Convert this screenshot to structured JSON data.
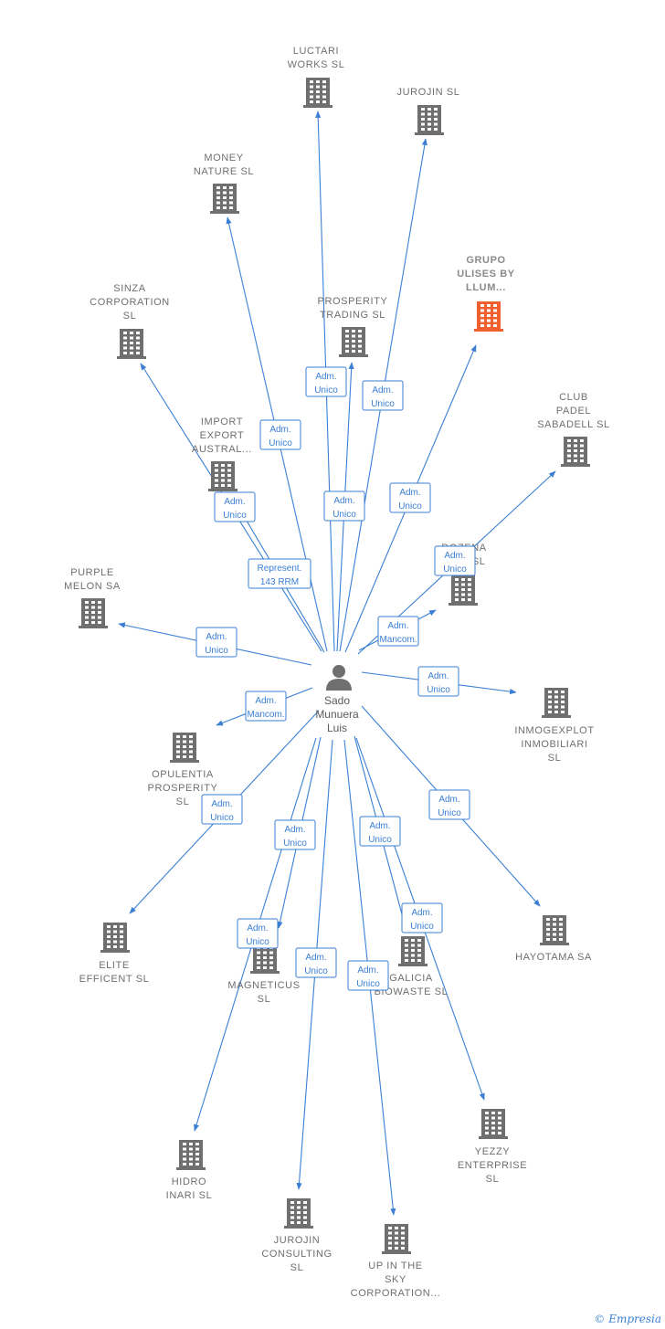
{
  "center": {
    "id": "sado",
    "label": [
      "Sado",
      "Munuera",
      "Luis"
    ]
  },
  "nodes": [
    {
      "id": "luctari",
      "label": [
        "LUCTARI",
        "WORKS  SL"
      ],
      "icon": "building-icon"
    },
    {
      "id": "jurojin",
      "label": [
        "JUROJIN  SL"
      ],
      "icon": "building-icon"
    },
    {
      "id": "money",
      "label": [
        "MONEY",
        "NATURE  SL"
      ],
      "icon": "building-icon"
    },
    {
      "id": "grupo",
      "label": [
        "GRUPO",
        "ULISES BY",
        "LLUM..."
      ],
      "icon": "building-icon",
      "highlight": true
    },
    {
      "id": "sinza",
      "label": [
        "SINZA",
        "CORPORATION",
        "SL"
      ],
      "icon": "building-icon"
    },
    {
      "id": "prosperity",
      "label": [
        "PROSPERITY",
        "TRADING  SL"
      ],
      "icon": "building-icon"
    },
    {
      "id": "club",
      "label": [
        "CLUB",
        "PADEL",
        "SABADELL  SL"
      ],
      "icon": "building-icon"
    },
    {
      "id": "import",
      "label": [
        "IMPORT",
        "EXPORT",
        "AUSTRAL..."
      ],
      "icon": "building-icon"
    },
    {
      "id": "dozena",
      "label": [
        "DOZENA",
        "EM...  SL"
      ],
      "icon": "building-icon"
    },
    {
      "id": "purple",
      "label": [
        "PURPLE",
        "MELON SA"
      ],
      "icon": "building-icon"
    },
    {
      "id": "inmogexplot",
      "label": [
        "INMOGEXPLOT",
        "INMOBILIARI",
        "SL"
      ],
      "icon": "building-icon"
    },
    {
      "id": "opulentia",
      "label": [
        "OPULENTIA",
        "PROSPERITY",
        "SL"
      ],
      "icon": "building-icon"
    },
    {
      "id": "elite",
      "label": [
        "ELITE",
        "EFFICENT  SL"
      ],
      "icon": "building-icon"
    },
    {
      "id": "hayotama",
      "label": [
        "HAYOTAMA SA"
      ],
      "icon": "building-icon"
    },
    {
      "id": "magneticus",
      "label": [
        "MAGNETICUS",
        "SL"
      ],
      "icon": "building-icon"
    },
    {
      "id": "galicia",
      "label": [
        "GALICIA",
        "BIOWASTE  SL"
      ],
      "icon": "building-icon"
    },
    {
      "id": "yezzy",
      "label": [
        "YEZZY",
        "ENTERPRISE",
        "SL"
      ],
      "icon": "building-icon"
    },
    {
      "id": "hidro",
      "label": [
        "HIDRO",
        "INARI  SL"
      ],
      "icon": "building-icon"
    },
    {
      "id": "jurojinc",
      "label": [
        "JUROJIN",
        "CONSULTING",
        "SL"
      ],
      "icon": "building-icon"
    },
    {
      "id": "upinthesky",
      "label": [
        "UP IN THE",
        "SKY",
        "CORPORATION..."
      ],
      "icon": "building-icon"
    }
  ],
  "edges": [
    {
      "to": "luctari",
      "label": [
        "Adm.",
        "Unico"
      ]
    },
    {
      "to": "jurojin",
      "label": [
        "Adm.",
        "Unico"
      ]
    },
    {
      "to": "money",
      "label": [
        "Adm.",
        "Unico"
      ]
    },
    {
      "to": "grupo",
      "label": [
        "Adm.",
        "Unico"
      ]
    },
    {
      "to": "sinza",
      "label": [
        "Adm.",
        "Unico"
      ]
    },
    {
      "to": "prosperity",
      "label": [
        "Adm.",
        "Unico"
      ]
    },
    {
      "to": "club",
      "label": [
        "Adm.",
        "Unico"
      ]
    },
    {
      "to": "import",
      "label": [
        "Represent.",
        "143 RRM"
      ]
    },
    {
      "to": "dozena",
      "label": [
        "Adm.",
        "Mancom."
      ]
    },
    {
      "to": "purple",
      "label": [
        "Adm.",
        "Unico"
      ]
    },
    {
      "to": "inmogexplot",
      "label": [
        "Adm.",
        "Unico"
      ]
    },
    {
      "to": "opulentia",
      "label": [
        "Adm.",
        "Mancom."
      ]
    },
    {
      "to": "elite",
      "label": [
        "Adm.",
        "Unico"
      ]
    },
    {
      "to": "hayotama",
      "label": [
        "Adm.",
        "Unico"
      ]
    },
    {
      "to": "magneticus",
      "label": [
        "Adm.",
        "Unico"
      ]
    },
    {
      "to": "galicia",
      "label": [
        "Adm.",
        "Unico"
      ]
    },
    {
      "to": "yezzy",
      "label": [
        "Adm.",
        "Unico"
      ]
    },
    {
      "to": "hidro",
      "label": [
        "Adm.",
        "Unico"
      ]
    },
    {
      "to": "jurojinc",
      "label": [
        "Adm.",
        "Unico"
      ]
    },
    {
      "to": "upinthesky",
      "label": [
        "Adm.",
        "Unico"
      ]
    }
  ],
  "colors": {
    "edge": "#3a7fd4",
    "building": "#6f6f6f",
    "highlight": "#f0602e",
    "person": "#6f6f6f"
  },
  "brand": {
    "copyright": "©",
    "name": "Empresia"
  }
}
